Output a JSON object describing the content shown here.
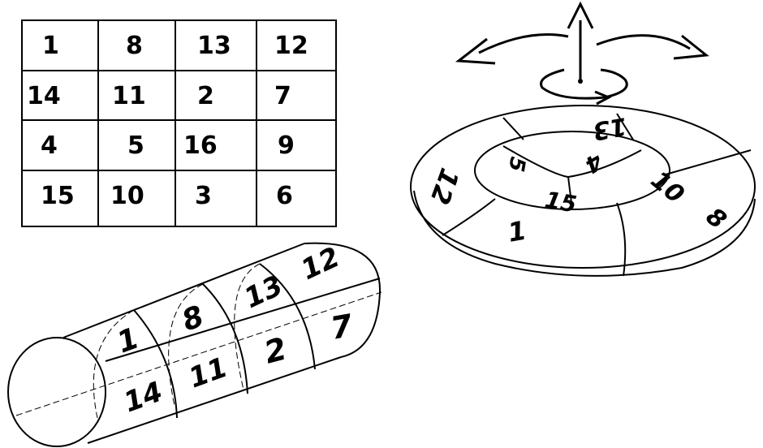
{
  "grid": {
    "rows": [
      [
        "1",
        "8",
        "13",
        "12"
      ],
      [
        "14",
        "11",
        "2",
        "7"
      ],
      [
        "4",
        "5",
        "16",
        "9"
      ],
      [
        "15",
        "10",
        "3",
        "6"
      ]
    ]
  },
  "cylinder": {
    "top_labels": [
      "1",
      "8",
      "13",
      "12"
    ],
    "bottom_labels": [
      "14",
      "11",
      "2",
      "7"
    ]
  },
  "torus": {
    "outer_labels": [
      "12",
      "13",
      "10",
      "8",
      "1"
    ],
    "inner_labels": [
      "5",
      "4",
      "15"
    ]
  }
}
